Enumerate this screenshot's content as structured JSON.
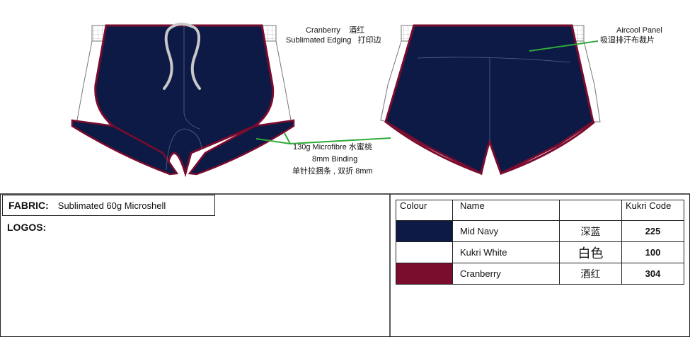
{
  "annotations": {
    "cranberry_en": "Cranberry",
    "cranberry_cn": "酒红",
    "edging_en": "Sublimated Edging",
    "edging_cn": "打印边",
    "aircool_en": "Aircool Panel",
    "aircool_cn": "吸湿排汗布裁片",
    "microfibre": "130g Microfibre 水蜜桃",
    "binding_en": "8mm Binding",
    "binding_cn": "单针拉捆条 , 双折 8mm"
  },
  "spec": {
    "fabric_label": "FABRIC:",
    "fabric_value": "Sublimated 60g Microshell",
    "logos_label": "LOGOS:"
  },
  "colour_table": {
    "headers": [
      "Colour",
      "Name",
      "",
      "Kukri Code"
    ],
    "rows": [
      {
        "name": "Mid Navy",
        "cn": "深蓝",
        "code": "225",
        "swatch": "#0d1a45"
      },
      {
        "name": "Kukri White",
        "cn": "白色",
        "code": "100",
        "swatch": "#ffffff"
      },
      {
        "name": "Cranberry",
        "cn": "酒红",
        "code": "304",
        "swatch": "#7a0c2e"
      }
    ]
  },
  "colors": {
    "navy": "#0d1a45",
    "cranberry": "#7a0c2e",
    "callout_green": "#2faa3a"
  }
}
